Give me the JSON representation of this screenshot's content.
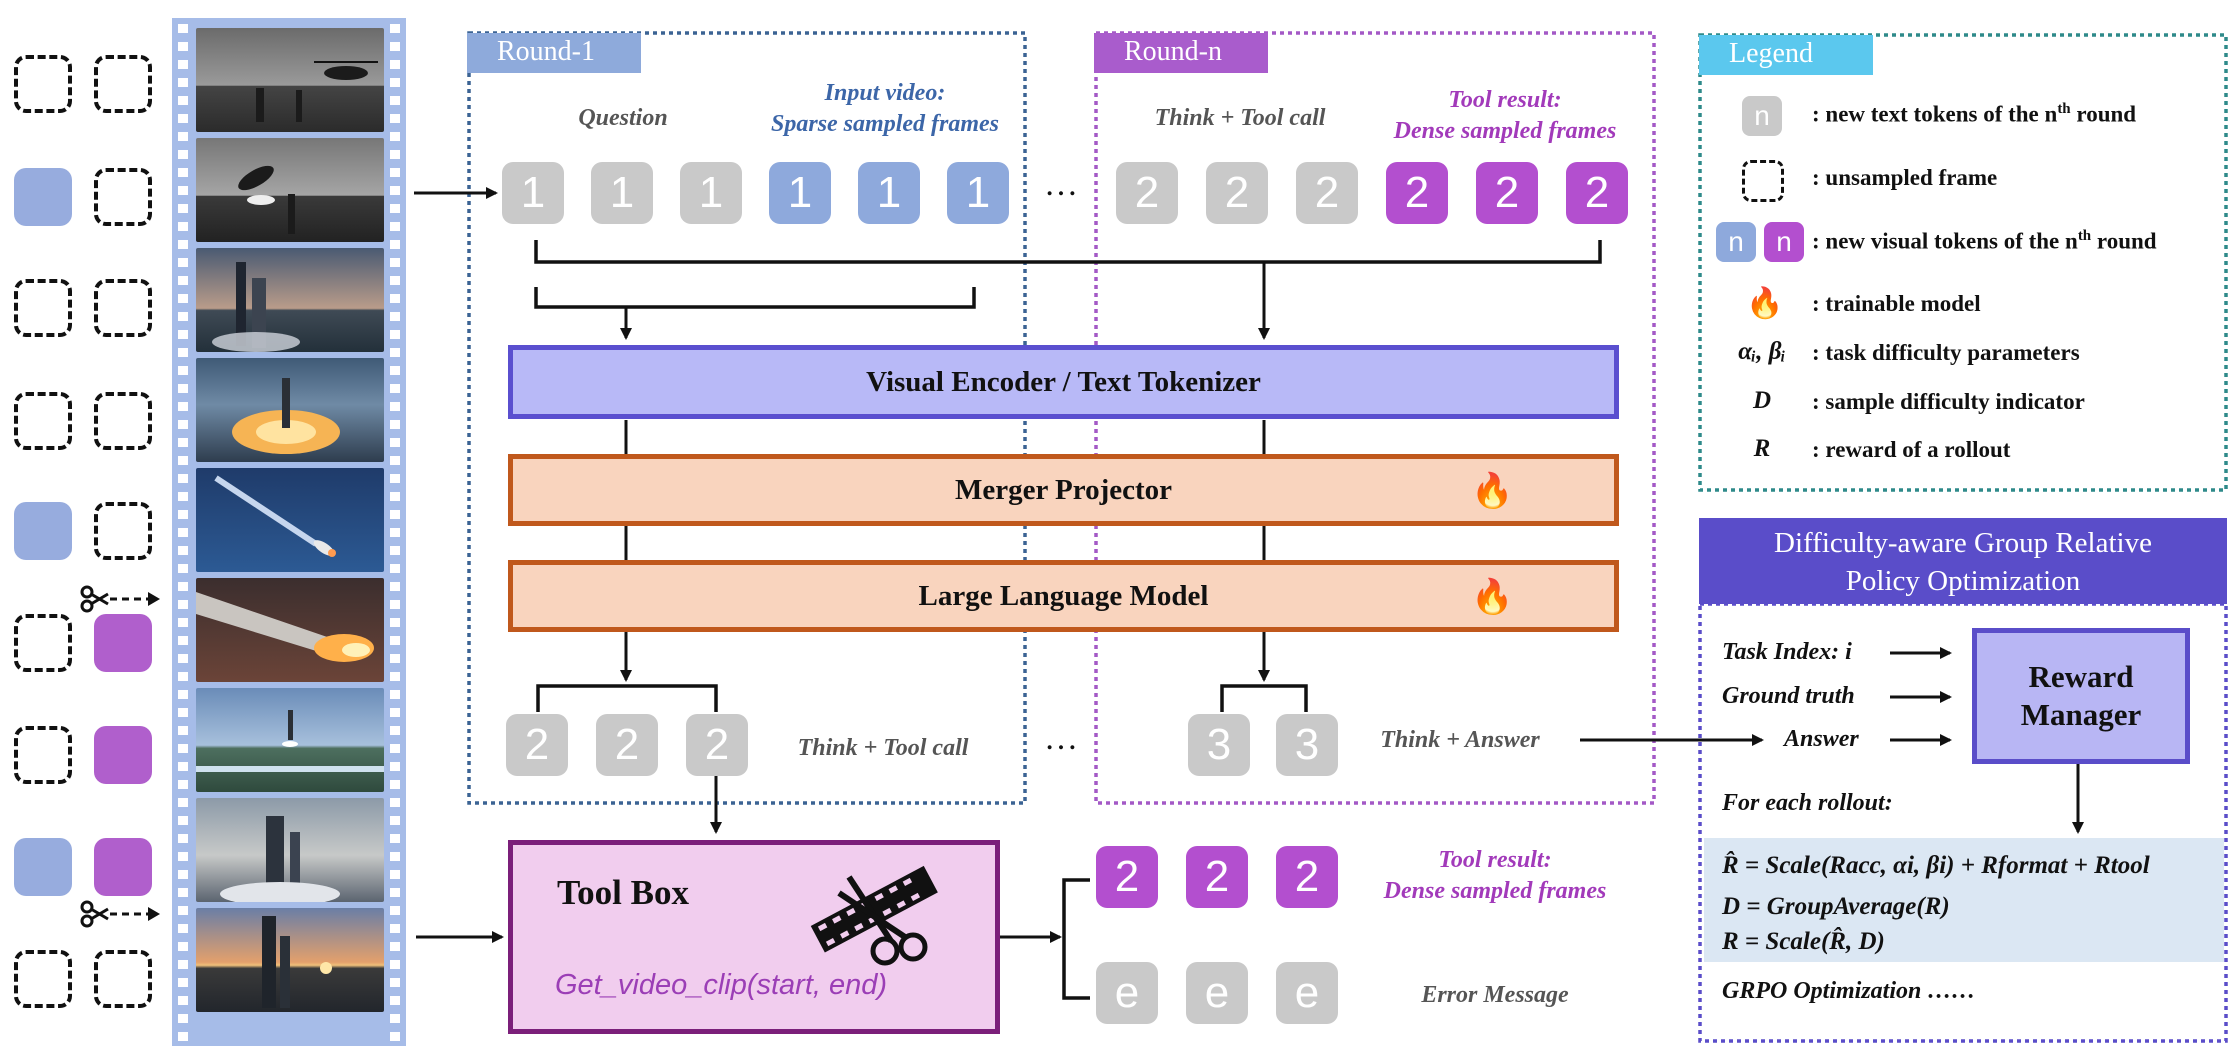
{
  "rounds": {
    "first_tab": "Round-1",
    "last_tab": "Round-n"
  },
  "round1": {
    "question_label": "Question",
    "input_video_label_1": "Input video:",
    "input_video_label_2": "Sparse sampled frames",
    "input_tokens": [
      "1",
      "1",
      "1",
      "1",
      "1",
      "1"
    ],
    "output_tokens": [
      "2",
      "2",
      "2"
    ],
    "output_label": "Think + Tool call"
  },
  "roundn": {
    "think_label": "Think + Tool call",
    "tool_result_label_1": "Tool result:",
    "tool_result_label_2": "Dense sampled frames",
    "input_tokens": [
      "2",
      "2",
      "2",
      "2",
      "2",
      "2"
    ],
    "output_tokens": [
      "3",
      "3"
    ],
    "output_label": "Think + Answer"
  },
  "ellipsis": "…",
  "model": {
    "encoder": "Visual Encoder / Text Tokenizer",
    "projector": "Merger Projector",
    "llm": "Large Language Model",
    "fire_icon": "🔥"
  },
  "toolbox": {
    "title": "Tool Box",
    "function": "Get_video_clip(start, end)",
    "result_tokens": [
      "2",
      "2",
      "2"
    ],
    "result_label_1": "Tool result:",
    "result_label_2": "Dense sampled frames",
    "error_tokens": [
      "e",
      "e",
      "e"
    ],
    "error_label": "Error Message"
  },
  "legend": {
    "title": "Legend",
    "n_token": "n",
    "rows": [
      {
        "text": ": new text tokens of the n",
        "sup": "th",
        "tail": " round"
      },
      {
        "text": ": unsampled frame"
      },
      {
        "text": ": new visual tokens of the n",
        "sup": "th",
        "tail": " round"
      },
      {
        "text": ": trainable model"
      },
      {
        "text": ": task difficulty parameters"
      },
      {
        "text": ": sample difficulty indicator"
      },
      {
        "text": ": reward of a rollout"
      }
    ],
    "sym_params": "αᵢ, βᵢ",
    "sym_d": "D",
    "sym_r": "R"
  },
  "dagrpo": {
    "title_1": "Difficulty-aware Group Relative",
    "title_2": "Policy Optimization",
    "task_index": "Task Index: i",
    "ground_truth": "Ground truth",
    "answer": "Answer",
    "reward_manager_1": "Reward",
    "reward_manager_2": "Manager",
    "for_each": "For each rollout:",
    "eq1": "R̂ = Scale(Racc, αi, βi) + Rformat + Rtool",
    "eq2": "D = GroupAverage(R)",
    "eq3": "R = Scale(R̂, D)",
    "grpo": "GRPO Optimization ……"
  },
  "sampling_columns": {
    "left": [
      "dash",
      "blue",
      "dash",
      "dash",
      "blue",
      "dash",
      "dash",
      "blue",
      "dash"
    ],
    "right": [
      "dash",
      "dash",
      "dash",
      "dash",
      "dash",
      "purple",
      "purple",
      "purple",
      "dash"
    ]
  },
  "colors": {
    "round1_tab": "#8eaadb",
    "roundn_tab": "#a95ccc",
    "legend_tab": "#5bc8ee",
    "encoder_fill": "#b8b9f7",
    "encoder_border": "#5a4fcf",
    "bar_fill": "#f9d4be",
    "bar_border": "#c0581c",
    "toolbox_fill": "#f1cdee",
    "toolbox_border": "#7b1f7a",
    "dagrpo_header": "#5a4dc9",
    "dagrpo_box": "#b8b6f4",
    "formula_bg": "#dbe7f3"
  }
}
